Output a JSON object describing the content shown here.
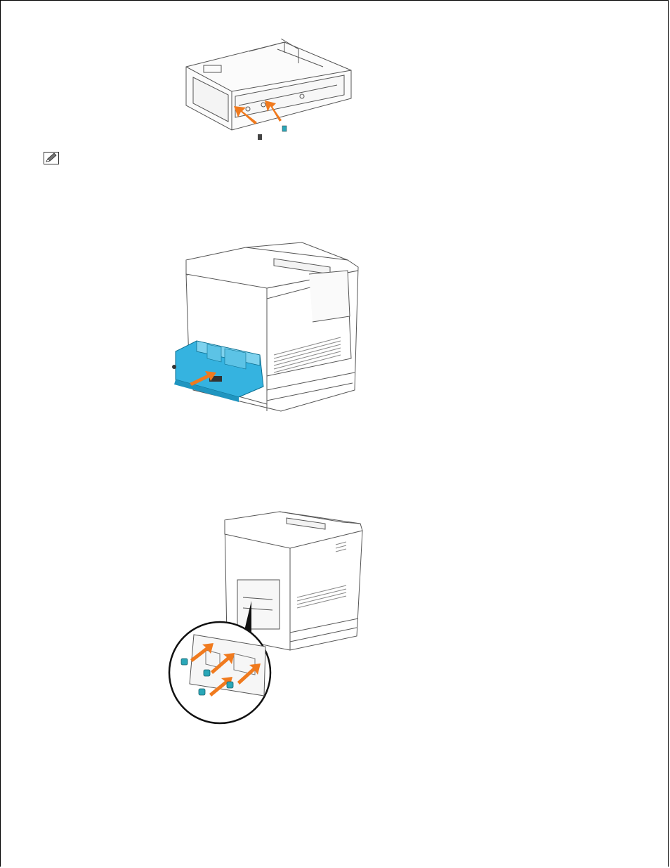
{
  "document": {
    "figures": [
      {
        "id": "figure-1",
        "icon": "controller-board-cage-screws-illustration"
      },
      {
        "id": "figure-2",
        "icon": "printer-cage-insert-illustration"
      },
      {
        "id": "figure-3",
        "icon": "printer-rear-screws-callout-illustration"
      }
    ],
    "note": {
      "icon": "note-pencil-icon"
    },
    "colors": {
      "arrow": "#f07a1e",
      "cage": "#35b3e0",
      "screw": "#2aa7b8",
      "line": "#555555"
    }
  }
}
